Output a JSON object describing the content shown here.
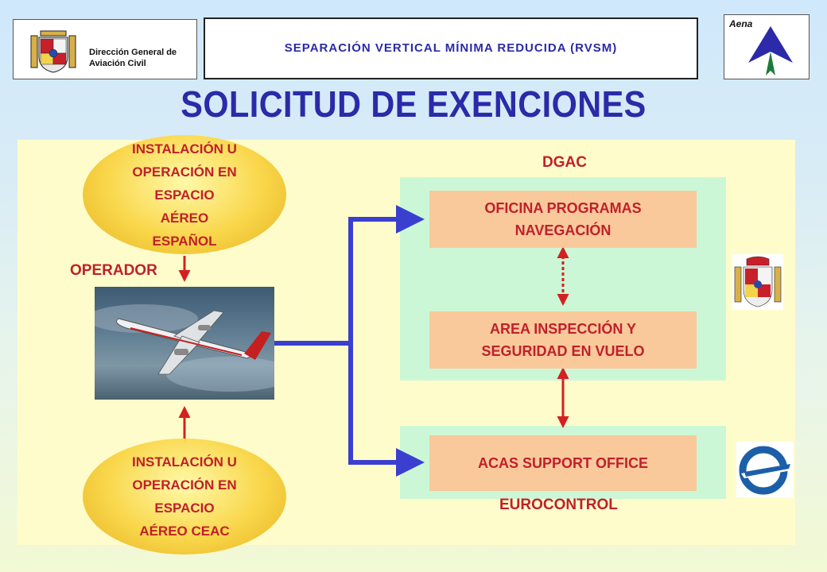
{
  "header": {
    "dgac_line1": "Dirección General de",
    "dgac_line2": "Aviación Civil",
    "banner_title": "SEPARACIÓN VERTICAL MÍNIMA REDUCIDA (RVSM)",
    "aena_logo_text": "Aena"
  },
  "main_title": "SOLICITUD DE EXENCIONES",
  "diagram": {
    "ellipse_top": [
      "INSTALACIÓN U",
      "OPERACIÓN EN",
      "ESPACIO",
      "AÉREO",
      "ESPAÑOL"
    ],
    "ellipse_bottom": [
      "INSTALACIÓN U",
      "OPERACIÓN EN",
      "ESPACIO",
      "AÉREO CEAC"
    ],
    "operador_label": "OPERADOR",
    "dgac_label": "DGAC",
    "eurocontrol_label": "EUROCONTROL",
    "box_oficina": [
      "OFICINA PROGRAMAS",
      "NAVEGACIÓN"
    ],
    "box_area": [
      "AREA INSPECCIÓN Y",
      "SEGURIDAD EN VUELO"
    ],
    "box_acas": "ACAS SUPPORT OFFICE"
  },
  "colors": {
    "title_blue": "#2b2aa8",
    "label_red": "#c0202b",
    "connector_blue": "#3a3fd0",
    "arrow_red": "#d42020",
    "box_orange": "#f9c99b",
    "area_green": "#ccf7d6",
    "panel_yellow": "#fffccc"
  },
  "icons": [
    "spain-coat-of-arms-icon",
    "aena-logo-icon",
    "airplane-photo",
    "eurocontrol-logo-icon"
  ]
}
